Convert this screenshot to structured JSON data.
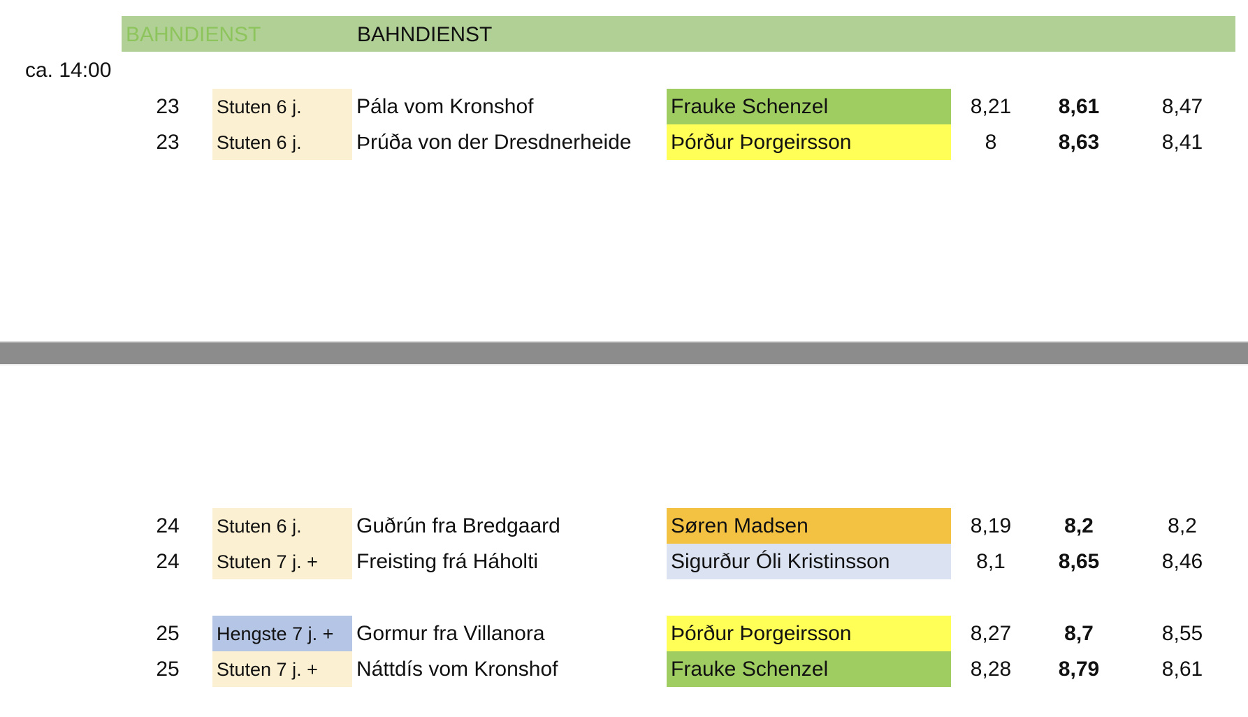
{
  "banner": {
    "ghost_text": "BAHNDIENST",
    "title": "BAHNDIENST",
    "color": "#b1d096"
  },
  "time_label": "ca. 14:00",
  "rows": [
    {
      "num": "23",
      "class": "Stuten 6 j.",
      "class_color": "#fcf0d2",
      "horse": "Pála vom Kronshof",
      "rider": "Frauke Schenzel",
      "rider_color": "#9fcd61",
      "s1": "8,21",
      "s2": "8,61",
      "s3": "8,47"
    },
    {
      "num": "23",
      "class": "Stuten 6 j.",
      "class_color": "#fcf0d2",
      "horse": "Þrúða von der Dresdnerheide",
      "rider": "Þórður Þorgeirsson",
      "rider_color": "#ffff57",
      "s1": "8",
      "s2": "8,63",
      "s3": "8,41"
    },
    {
      "num": "24",
      "class": "Stuten 6 j.",
      "class_color": "#fcf0d2",
      "horse": "Guðrún fra Bredgaard",
      "rider": "Søren Madsen",
      "rider_color": "#f3c242",
      "s1": "8,19",
      "s2": "8,2",
      "s3": "8,2"
    },
    {
      "num": "24",
      "class": "Stuten 7 j. +",
      "class_color": "#fcf0d2",
      "horse": "Freisting frá Háholti",
      "rider": "Sigurður Óli Kristinsson",
      "rider_color": "#dbe2f1",
      "s1": "8,1",
      "s2": "8,65",
      "s3": "8,46"
    },
    {
      "num": "25",
      "class": "Hengste 7 j. +",
      "class_color": "#b5c5e5",
      "horse": "Gormur fra Villanora",
      "rider": "Þórður Þorgeirsson",
      "rider_color": "#ffff57",
      "s1": "8,27",
      "s2": "8,7",
      "s3": "8,55"
    },
    {
      "num": "25",
      "class": "Stuten 7 j. +",
      "class_color": "#fcf0d2",
      "horse": "Náttdís vom Kronshof",
      "rider": "Frauke Schenzel",
      "rider_color": "#9fcd61",
      "s1": "8,28",
      "s2": "8,79",
      "s3": "8,61"
    }
  ]
}
